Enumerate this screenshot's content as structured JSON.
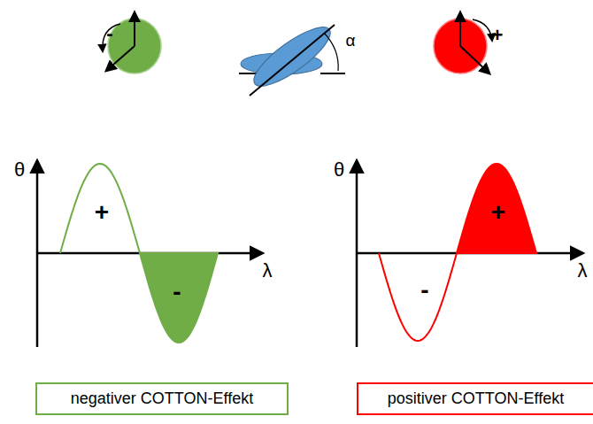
{
  "diagram": {
    "nodes": [
      {
        "text": [
          "negativer COTTON-Effekt"
        ]
      },
      {
        "text": [
          "positiver COTTON-Effekt"
        ]
      }
    ],
    "labels": [
      "-",
      "α",
      "+",
      "θ",
      "+",
      "λ",
      "-",
      "θ",
      "λ",
      "+",
      "-"
    ]
  }
}
